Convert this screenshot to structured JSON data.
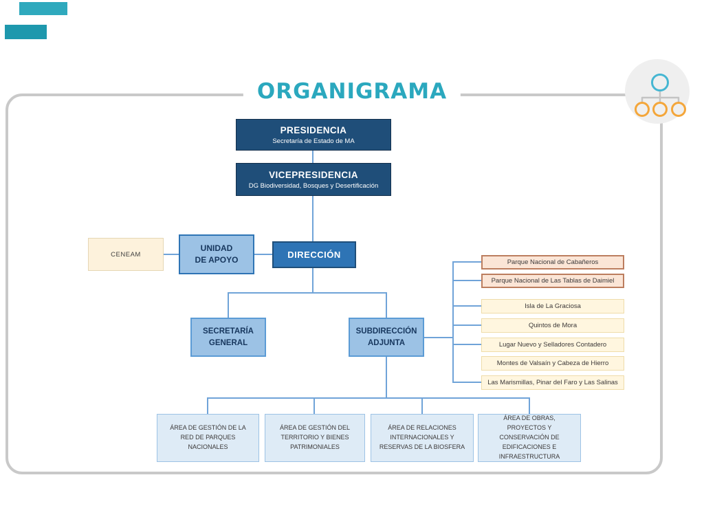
{
  "title": "ORGANIGRAMA",
  "colors": {
    "accent_teal": "#2ba8be",
    "navy_box": "#1f4e79",
    "mid_blue_box": "#2e74b5",
    "light_blue_box": "#9cc2e5",
    "pale_blue_box": "#deebf6",
    "salmon_box": "#fbe5d6",
    "cream_box": "#fff6df",
    "connector_blue": "#6fa3d8",
    "frame_gray": "#c9c9c9",
    "icon_orange": "#f4a63a"
  },
  "org": {
    "presidencia": {
      "label": "PRESIDENCIA",
      "sublabel": "Secretaría de Estado de MA"
    },
    "vicepresidencia": {
      "label": "VICEPRESIDENCIA",
      "sublabel": "DG Biodiversidad, Bosques y Desertificación"
    },
    "ceneam": {
      "label": "CENEAM"
    },
    "unidad_apoyo": {
      "label": "UNIDAD\nDE APOYO"
    },
    "direccion": {
      "label": "DIRECCIÓN"
    },
    "secretaria_general": {
      "label": "SECRETARÍA\nGENERAL"
    },
    "subdireccion_adjunta": {
      "label": "SUBDIRECCIÓN\nADJUNTA"
    },
    "right_items": [
      {
        "label": "Parque Nacional de Cabañeros"
      },
      {
        "label": "Parque Nacional de Las Tablas de Daimiel"
      },
      {
        "label": "Isla de La Graciosa"
      },
      {
        "label": "Quintos de Mora"
      },
      {
        "label": "Lugar Nuevo y Selladores Contadero"
      },
      {
        "label": "Montes de Valsaín y Cabeza de Hierro"
      },
      {
        "label": "Las Marismillas, Pinar del Faro y Las Salinas"
      }
    ],
    "areas": [
      {
        "label": "ÁREA DE GESTIÓN DE LA RED DE PARQUES NACIONALES"
      },
      {
        "label": "ÁREA DE GESTIÓN DEL TERRITORIO Y BIENES PATRIMONIALES"
      },
      {
        "label": "ÁREA DE RELACIONES INTERNACIONALES Y RESERVAS DE LA BIOSFERA"
      },
      {
        "label": "ÁREA DE OBRAS, PROYECTOS Y CONSERVACIÓN DE EDIFICACIONES E INFRAESTRUCTURA"
      }
    ]
  },
  "icon": {
    "name": "org-chart-icon"
  }
}
